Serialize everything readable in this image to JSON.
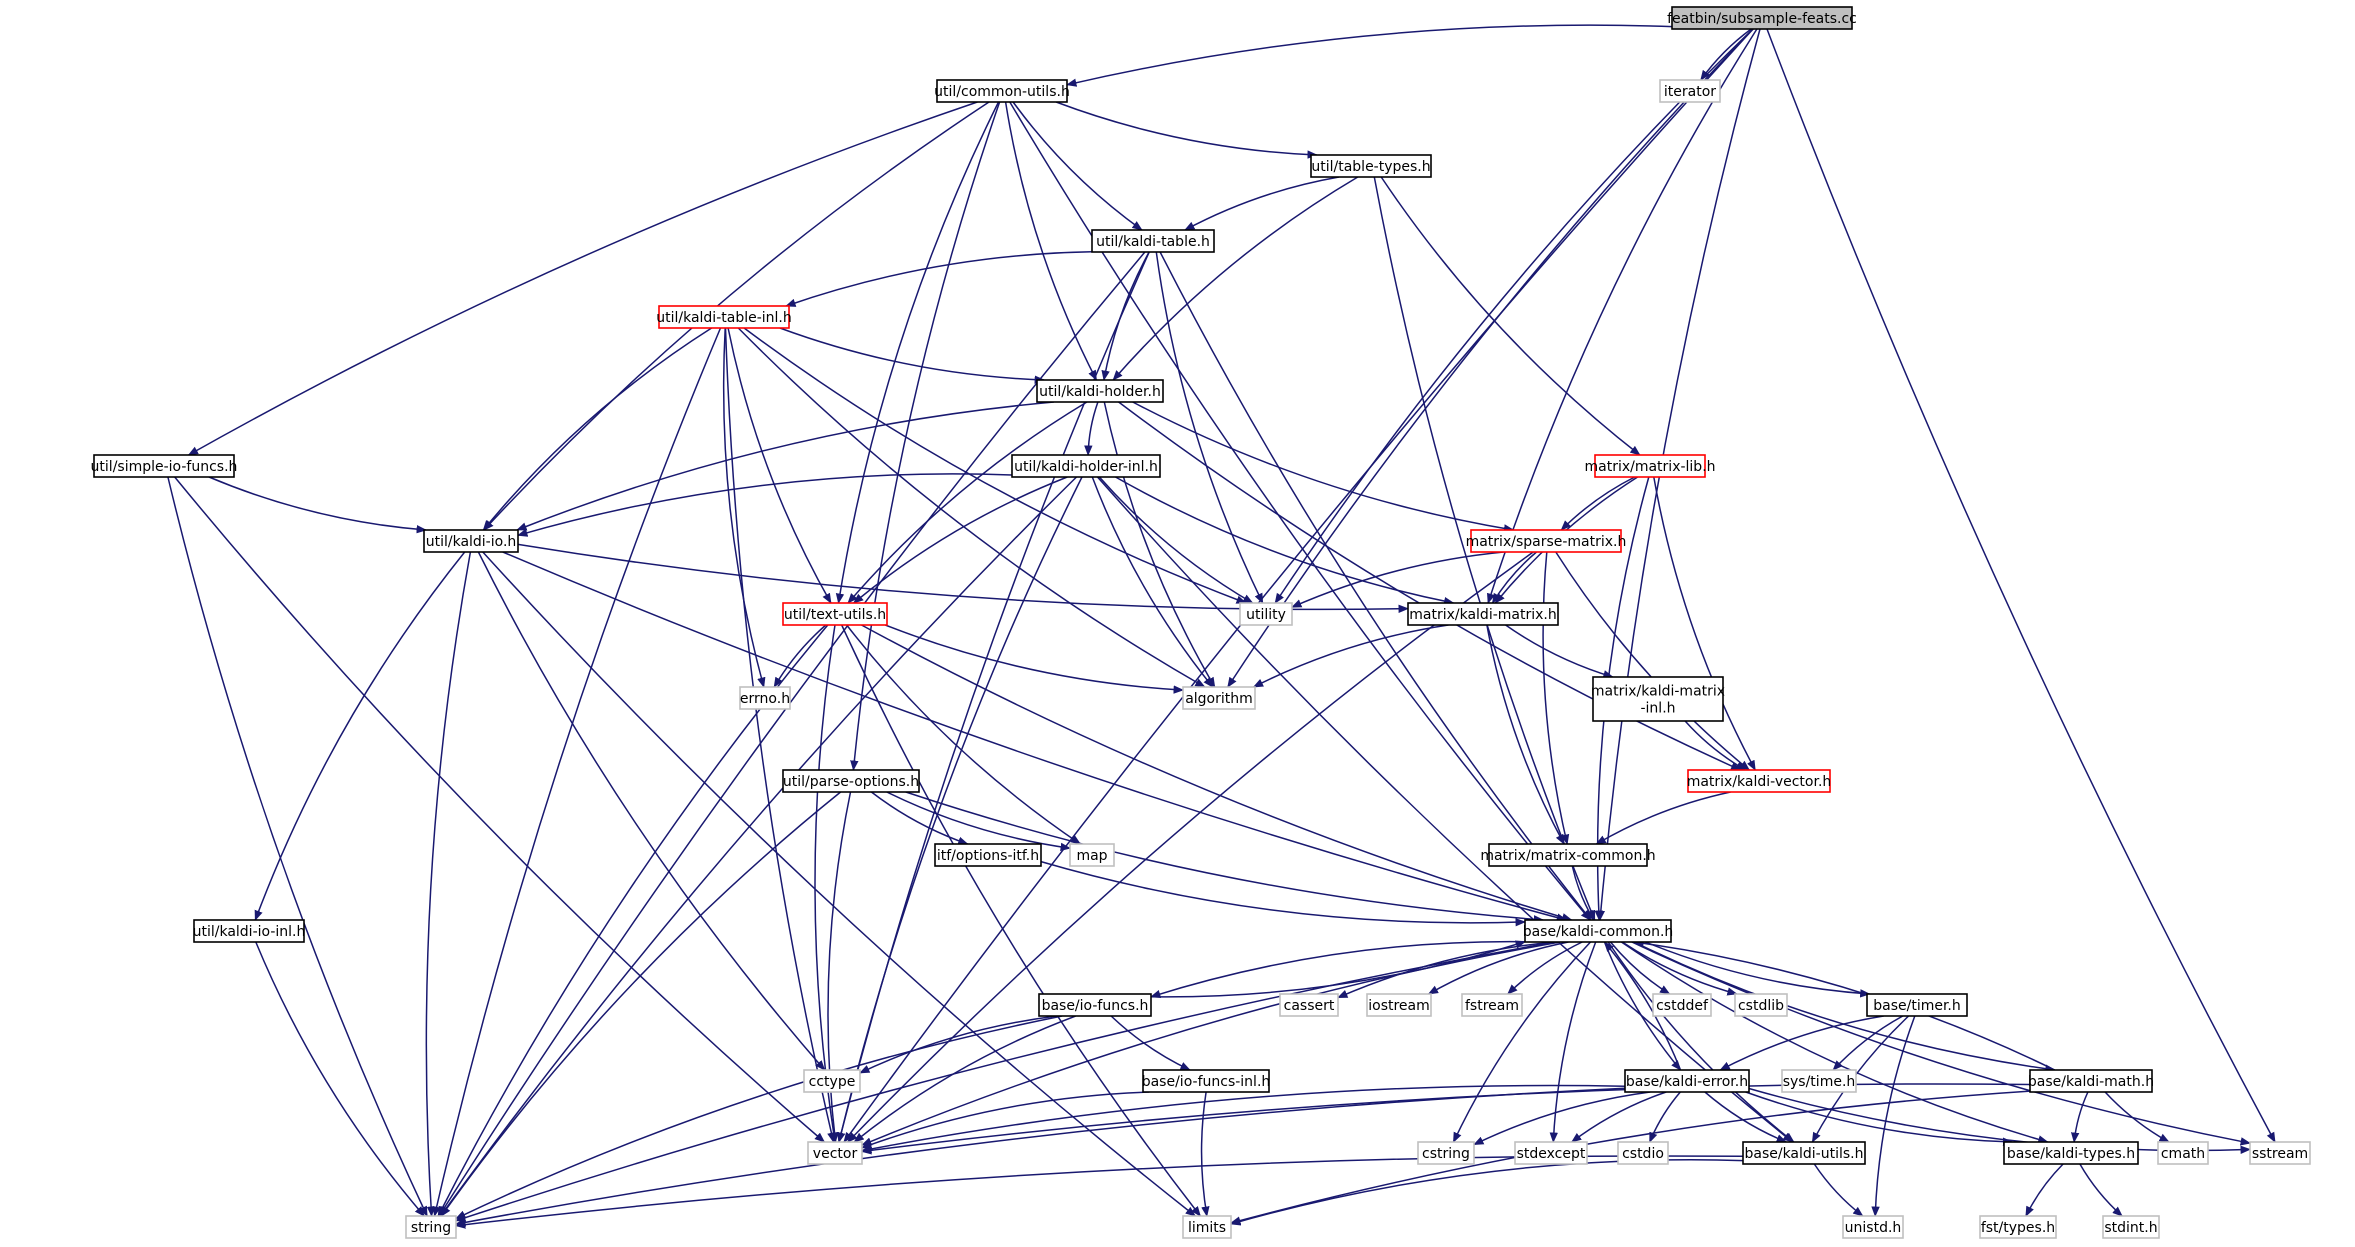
{
  "diagram": {
    "colors": {
      "edge": "#191970",
      "root_fill": "#bfbfbf",
      "normal_border": "#000000",
      "truncated_border": "#ff0000",
      "system_border": "#bfbfbf",
      "fill": "#ffffff"
    },
    "nodes": [
      {
        "id": "root",
        "label": "featbin/subsample-feats.cc",
        "style": "root"
      },
      {
        "id": "common_utils",
        "label": "util/common-utils.h",
        "style": "normal"
      },
      {
        "id": "iterator",
        "label": "iterator",
        "style": "system"
      },
      {
        "id": "table_types",
        "label": "util/table-types.h",
        "style": "normal"
      },
      {
        "id": "kaldi_table",
        "label": "util/kaldi-table.h",
        "style": "normal"
      },
      {
        "id": "kaldi_table_inl",
        "label": "util/kaldi-table-inl.h",
        "style": "truncated"
      },
      {
        "id": "kaldi_holder",
        "label": "util/kaldi-holder.h",
        "style": "normal"
      },
      {
        "id": "simple_io_funcs",
        "label": "util/simple-io-funcs.h",
        "style": "normal"
      },
      {
        "id": "kaldi_holder_inl",
        "label": "util/kaldi-holder-inl.h",
        "style": "normal"
      },
      {
        "id": "matrix_lib",
        "label": "matrix/matrix-lib.h",
        "style": "truncated"
      },
      {
        "id": "kaldi_io",
        "label": "util/kaldi-io.h",
        "style": "normal"
      },
      {
        "id": "sparse_matrix",
        "label": "matrix/sparse-matrix.h",
        "style": "truncated"
      },
      {
        "id": "utility",
        "label": "utility",
        "style": "system"
      },
      {
        "id": "text_utils",
        "label": "util/text-utils.h",
        "style": "truncated"
      },
      {
        "id": "kaldi_matrix",
        "label": "matrix/kaldi-matrix.h",
        "style": "normal"
      },
      {
        "id": "errno",
        "label": "errno.h",
        "style": "system"
      },
      {
        "id": "algorithm",
        "label": "algorithm",
        "style": "system"
      },
      {
        "id": "kaldi_matrix_inl",
        "label": "matrix/kaldi-matrix\n-inl.h",
        "style": "normal"
      },
      {
        "id": "parse_options",
        "label": "util/parse-options.h",
        "style": "normal"
      },
      {
        "id": "kaldi_vector",
        "label": "matrix/kaldi-vector.h",
        "style": "truncated"
      },
      {
        "id": "options_itf",
        "label": "itf/options-itf.h",
        "style": "normal"
      },
      {
        "id": "map",
        "label": "map",
        "style": "system"
      },
      {
        "id": "matrix_common",
        "label": "matrix/matrix-common.h",
        "style": "normal"
      },
      {
        "id": "kaldi_io_inl",
        "label": "util/kaldi-io-inl.h",
        "style": "normal"
      },
      {
        "id": "kaldi_common",
        "label": "base/kaldi-common.h",
        "style": "normal"
      },
      {
        "id": "io_funcs",
        "label": "base/io-funcs.h",
        "style": "normal"
      },
      {
        "id": "cassert",
        "label": "cassert",
        "style": "system"
      },
      {
        "id": "iostream",
        "label": "iostream",
        "style": "system"
      },
      {
        "id": "fstream",
        "label": "fstream",
        "style": "system"
      },
      {
        "id": "cstddef",
        "label": "cstddef",
        "style": "system"
      },
      {
        "id": "cstdlib",
        "label": "cstdlib",
        "style": "system"
      },
      {
        "id": "timer",
        "label": "base/timer.h",
        "style": "normal"
      },
      {
        "id": "cctype",
        "label": "cctype",
        "style": "system"
      },
      {
        "id": "io_funcs_inl",
        "label": "base/io-funcs-inl.h",
        "style": "normal"
      },
      {
        "id": "sys_time",
        "label": "sys/time.h",
        "style": "system"
      },
      {
        "id": "kaldi_error",
        "label": "base/kaldi-error.h",
        "style": "normal"
      },
      {
        "id": "kaldi_math",
        "label": "base/kaldi-math.h",
        "style": "normal"
      },
      {
        "id": "vector",
        "label": "vector",
        "style": "system"
      },
      {
        "id": "cstring",
        "label": "cstring",
        "style": "system"
      },
      {
        "id": "stdexcept",
        "label": "stdexcept",
        "style": "system"
      },
      {
        "id": "cstdio",
        "label": "cstdio",
        "style": "system"
      },
      {
        "id": "kaldi_utils",
        "label": "base/kaldi-utils.h",
        "style": "normal"
      },
      {
        "id": "kaldi_types",
        "label": "base/kaldi-types.h",
        "style": "normal"
      },
      {
        "id": "cmath",
        "label": "cmath",
        "style": "system"
      },
      {
        "id": "sstream",
        "label": "sstream",
        "style": "system"
      },
      {
        "id": "string",
        "label": "string",
        "style": "system"
      },
      {
        "id": "limits",
        "label": "limits",
        "style": "system"
      },
      {
        "id": "unistd",
        "label": "unistd.h",
        "style": "system"
      },
      {
        "id": "fst_types",
        "label": "fst/types.h",
        "style": "system"
      },
      {
        "id": "stdint",
        "label": "stdint.h",
        "style": "system"
      }
    ],
    "edges": [
      [
        "root",
        "common_utils"
      ],
      [
        "root",
        "iterator"
      ],
      [
        "root",
        "sstream"
      ],
      [
        "root",
        "kaldi_common"
      ],
      [
        "root",
        "kaldi_matrix"
      ],
      [
        "root",
        "utility"
      ],
      [
        "root",
        "algorithm"
      ],
      [
        "root",
        "vector"
      ],
      [
        "common_utils",
        "table_types"
      ],
      [
        "common_utils",
        "kaldi_table"
      ],
      [
        "common_utils",
        "kaldi_holder"
      ],
      [
        "common_utils",
        "simple_io_funcs"
      ],
      [
        "common_utils",
        "kaldi_io"
      ],
      [
        "common_utils",
        "text_utils"
      ],
      [
        "common_utils",
        "parse_options"
      ],
      [
        "common_utils",
        "kaldi_common"
      ],
      [
        "table_types",
        "kaldi_table"
      ],
      [
        "table_types",
        "kaldi_holder"
      ],
      [
        "table_types",
        "matrix_lib"
      ],
      [
        "table_types",
        "kaldi_common"
      ],
      [
        "kaldi_table",
        "kaldi_table_inl"
      ],
      [
        "kaldi_table",
        "kaldi_holder"
      ],
      [
        "kaldi_table",
        "utility"
      ],
      [
        "kaldi_table",
        "vector"
      ],
      [
        "kaldi_table",
        "string"
      ],
      [
        "kaldi_table",
        "kaldi_common"
      ],
      [
        "kaldi_table_inl",
        "kaldi_holder"
      ],
      [
        "kaldi_table_inl",
        "kaldi_io"
      ],
      [
        "kaldi_table_inl",
        "text_utils"
      ],
      [
        "kaldi_table_inl",
        "errno"
      ],
      [
        "kaldi_table_inl",
        "algorithm"
      ],
      [
        "kaldi_table_inl",
        "utility"
      ],
      [
        "kaldi_table_inl",
        "string"
      ],
      [
        "kaldi_table_inl",
        "vector"
      ],
      [
        "kaldi_holder",
        "kaldi_holder_inl"
      ],
      [
        "kaldi_holder",
        "kaldi_io"
      ],
      [
        "kaldi_holder",
        "text_utils"
      ],
      [
        "kaldi_holder",
        "sparse_matrix"
      ],
      [
        "kaldi_holder",
        "kaldi_vector"
      ],
      [
        "kaldi_holder",
        "algorithm"
      ],
      [
        "kaldi_holder_inl",
        "kaldi_io"
      ],
      [
        "kaldi_holder_inl",
        "text_utils"
      ],
      [
        "kaldi_holder_inl",
        "kaldi_matrix"
      ],
      [
        "kaldi_holder_inl",
        "utility"
      ],
      [
        "kaldi_holder_inl",
        "algorithm"
      ],
      [
        "kaldi_holder_inl",
        "string"
      ],
      [
        "kaldi_holder_inl",
        "vector"
      ],
      [
        "kaldi_holder_inl",
        "kaldi_utils"
      ],
      [
        "simple_io_funcs",
        "kaldi_io"
      ],
      [
        "simple_io_funcs",
        "string"
      ],
      [
        "simple_io_funcs",
        "vector"
      ],
      [
        "kaldi_io",
        "kaldi_io_inl"
      ],
      [
        "kaldi_io",
        "kaldi_matrix"
      ],
      [
        "kaldi_io",
        "kaldi_common"
      ],
      [
        "kaldi_io",
        "cctype"
      ],
      [
        "kaldi_io",
        "string"
      ],
      [
        "kaldi_io",
        "limits"
      ],
      [
        "matrix_lib",
        "sparse_matrix"
      ],
      [
        "matrix_lib",
        "kaldi_matrix"
      ],
      [
        "matrix_lib",
        "kaldi_vector"
      ],
      [
        "matrix_lib",
        "kaldi_common"
      ],
      [
        "sparse_matrix",
        "kaldi_matrix"
      ],
      [
        "sparse_matrix",
        "matrix_common"
      ],
      [
        "sparse_matrix",
        "kaldi_vector"
      ],
      [
        "sparse_matrix",
        "utility"
      ],
      [
        "sparse_matrix",
        "vector"
      ],
      [
        "text_utils",
        "errno"
      ],
      [
        "text_utils",
        "algorithm"
      ],
      [
        "text_utils",
        "map"
      ],
      [
        "text_utils",
        "kaldi_common"
      ],
      [
        "text_utils",
        "string"
      ],
      [
        "text_utils",
        "vector"
      ],
      [
        "text_utils",
        "limits"
      ],
      [
        "kaldi_matrix",
        "kaldi_matrix_inl"
      ],
      [
        "kaldi_matrix",
        "matrix_common"
      ],
      [
        "kaldi_matrix",
        "algorithm"
      ],
      [
        "kaldi_matrix_inl",
        "kaldi_vector"
      ],
      [
        "kaldi_vector",
        "matrix_common"
      ],
      [
        "matrix_common",
        "kaldi_common"
      ],
      [
        "parse_options",
        "options_itf"
      ],
      [
        "parse_options",
        "map"
      ],
      [
        "parse_options",
        "kaldi_common"
      ],
      [
        "parse_options",
        "string"
      ],
      [
        "parse_options",
        "vector"
      ],
      [
        "options_itf",
        "kaldi_common"
      ],
      [
        "kaldi_io_inl",
        "string"
      ],
      [
        "kaldi_common",
        "io_funcs"
      ],
      [
        "kaldi_common",
        "cassert"
      ],
      [
        "kaldi_common",
        "iostream"
      ],
      [
        "kaldi_common",
        "fstream"
      ],
      [
        "kaldi_common",
        "cstddef"
      ],
      [
        "kaldi_common",
        "cstdlib"
      ],
      [
        "kaldi_common",
        "timer"
      ],
      [
        "kaldi_common",
        "kaldi_error"
      ],
      [
        "kaldi_common",
        "kaldi_math"
      ],
      [
        "kaldi_common",
        "kaldi_utils"
      ],
      [
        "kaldi_common",
        "kaldi_types"
      ],
      [
        "kaldi_common",
        "cstring"
      ],
      [
        "kaldi_common",
        "stdexcept"
      ],
      [
        "kaldi_common",
        "sstream"
      ],
      [
        "kaldi_common",
        "string"
      ],
      [
        "kaldi_common",
        "vector"
      ],
      [
        "io_funcs",
        "io_funcs_inl"
      ],
      [
        "io_funcs",
        "cctype"
      ],
      [
        "io_funcs",
        "vector"
      ],
      [
        "io_funcs",
        "string"
      ],
      [
        "io_funcs",
        "kaldi_common"
      ],
      [
        "io_funcs_inl",
        "vector"
      ],
      [
        "io_funcs_inl",
        "limits"
      ],
      [
        "timer",
        "sys_time"
      ],
      [
        "timer",
        "kaldi_error"
      ],
      [
        "timer",
        "kaldi_utils"
      ],
      [
        "timer",
        "unistd"
      ],
      [
        "kaldi_error",
        "kaldi_utils"
      ],
      [
        "kaldi_error",
        "kaldi_types"
      ],
      [
        "kaldi_error",
        "cstring"
      ],
      [
        "kaldi_error",
        "stdexcept"
      ],
      [
        "kaldi_error",
        "cstdio"
      ],
      [
        "kaldi_error",
        "sstream"
      ],
      [
        "kaldi_error",
        "string"
      ],
      [
        "kaldi_error",
        "vector"
      ],
      [
        "kaldi_error",
        "kaldi_common"
      ],
      [
        "kaldi_math",
        "kaldi_types"
      ],
      [
        "kaldi_math",
        "kaldi_common"
      ],
      [
        "kaldi_math",
        "cmath"
      ],
      [
        "kaldi_math",
        "limits"
      ],
      [
        "kaldi_math",
        "vector"
      ],
      [
        "kaldi_utils",
        "string"
      ],
      [
        "kaldi_utils",
        "limits"
      ],
      [
        "kaldi_utils",
        "unistd"
      ],
      [
        "kaldi_types",
        "fst_types"
      ],
      [
        "kaldi_types",
        "stdint"
      ]
    ]
  }
}
